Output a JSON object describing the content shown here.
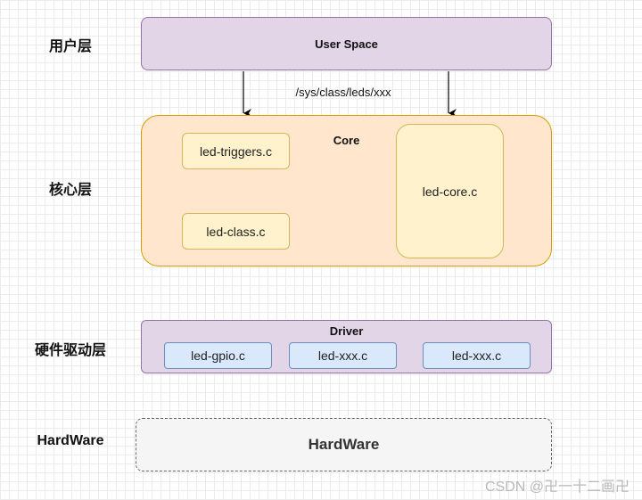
{
  "layers": {
    "user": "用户层",
    "core": "核心层",
    "hw_driver": "硬件驱动层",
    "hardware": "HardWare"
  },
  "user_space": {
    "label": "User Space"
  },
  "sysfs_path": "/sys/class/leds/xxx",
  "core": {
    "title": "Core",
    "files": [
      "led-triggers.c",
      "led-class.c",
      "led-core.c"
    ]
  },
  "driver": {
    "title": "Driver",
    "files": [
      "led-gpio.c",
      "led-xxx.c",
      "led-xxx.c"
    ]
  },
  "hardware": {
    "label": "HardWare"
  },
  "watermark": "CSDN @卍一十二画卍",
  "colors": {
    "purple_fill": "#e1d5e7",
    "purple_stroke": "#9673a6",
    "orange_fill": "#ffe6cc",
    "orange_stroke": "#d79b00",
    "yellow_fill": "#fff2cc",
    "yellow_stroke": "#d6b656",
    "blue_fill": "#dae8fc",
    "blue_stroke": "#6c8ebf",
    "gray_fill": "#f5f5f5"
  }
}
